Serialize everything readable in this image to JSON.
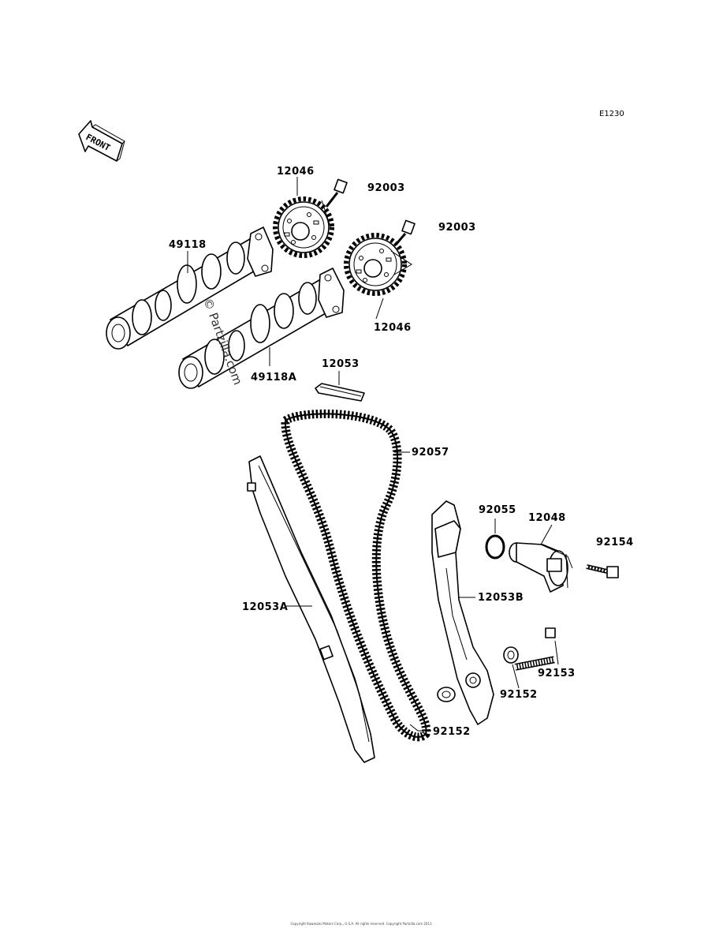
{
  "diagram_id": "E1230",
  "front_label": "FRONT",
  "watermark": "© Partzilla.com",
  "copyright": "Copyright Kawasaki Motors Corp., U.S.A. All rights reserved. Copyright Partzilla.com 2013",
  "labels": {
    "sprocket_top": "12046",
    "bolt_top": "92003",
    "bolt_right": "92003",
    "camshaft_exhaust": "49118",
    "sprocket_bottom": "12046",
    "camshaft_intake": "49118A",
    "guide_top": "12053",
    "chain": "92057",
    "oring": "92055",
    "tensioner": "12048",
    "bolt_tensioner": "92154",
    "guide_front": "12053A",
    "guide_rear": "12053B",
    "pivot_bolt": "92153",
    "collar_right": "92152",
    "collar_bottom": "92152"
  }
}
